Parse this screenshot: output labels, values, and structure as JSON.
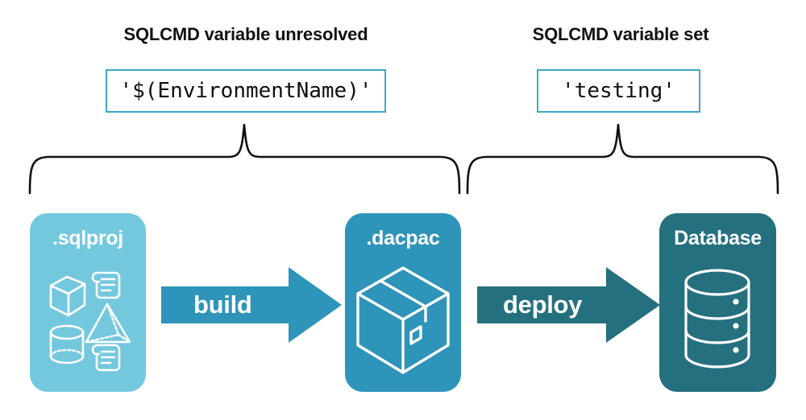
{
  "diagram": {
    "title_hidden": "SQLCMD variable resolution across build and deploy",
    "groups": [
      {
        "label": "SQLCMD variable unresolved",
        "value": "'$(EnvironmentName)'"
      },
      {
        "label": "SQLCMD variable set",
        "value": "'testing'"
      }
    ],
    "cards": [
      {
        "title": ".sqlproj",
        "icons": [
          "cube-icon",
          "script-scroll-icon",
          "pyramid-icon",
          "cylinder-icon",
          "script-scroll-icon"
        ],
        "color": "#74C8DE"
      },
      {
        "title": ".dacpac",
        "icons": [
          "package-box-icon"
        ],
        "color": "#2E94B9"
      },
      {
        "title": "Database",
        "icons": [
          "database-cylinder-icon"
        ],
        "color": "#25707F"
      }
    ],
    "arrows": [
      {
        "label": "build",
        "color": "#2E94B9"
      },
      {
        "label": "deploy",
        "color": "#25707F"
      }
    ],
    "colors": {
      "light_blue": "#74C8DE",
      "medium_teal": "#2E94B9",
      "dark_teal": "#25707F",
      "box_border": "#3FA8C6",
      "brace_stroke": "#101010",
      "text_dark": "#111111",
      "background": "#FFFFFF"
    }
  }
}
